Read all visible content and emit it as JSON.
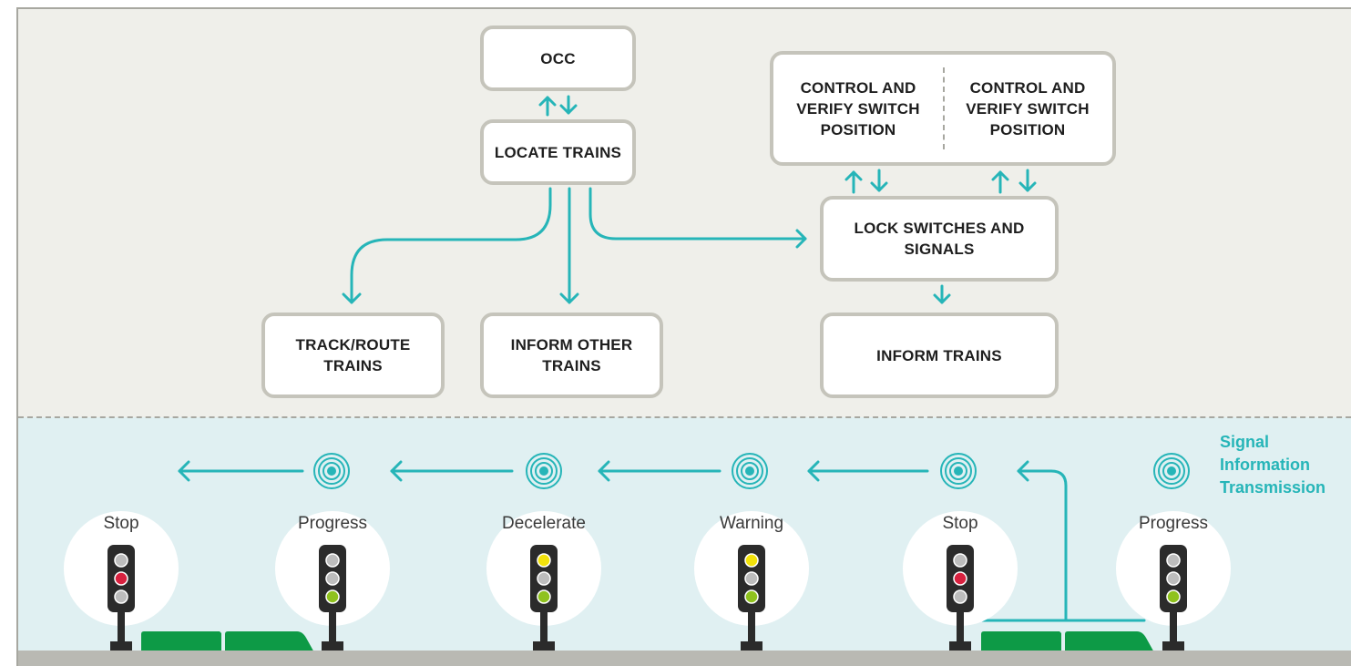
{
  "colors": {
    "accent": "#26b5b8",
    "box_border": "#c5c4bb",
    "top_background": "#efefea",
    "bottom_background": "#e0f0f2",
    "train_green": "#0d9a46",
    "signal_red": "#d8213f",
    "signal_yellow": "#f2e20b",
    "signal_green": "#8fc21e",
    "signal_off": "#bdbdbd"
  },
  "flowchart": {
    "occ": "OCC",
    "locate_trains": "LOCATE TRAINS",
    "control_switch_left": "CONTROL AND\nVERIFY SWITCH\nPOSITION",
    "control_switch_right": "CONTROL AND\nVERIFY SWITCH\nPOSITION",
    "lock_switches": "LOCK SWITCHES AND\nSIGNALS",
    "track_route": "TRACK/ROUTE\nTRAINS",
    "inform_other": "INFORM OTHER\nTRAINS",
    "inform_trains": "INFORM TRAINS"
  },
  "signals": [
    {
      "label": "Stop",
      "aspect": "red"
    },
    {
      "label": "Progress",
      "aspect": "green"
    },
    {
      "label": "Decelerate",
      "aspect": "yellow-green"
    },
    {
      "label": "Warning",
      "aspect": "yellow"
    },
    {
      "label": "Stop",
      "aspect": "red"
    },
    {
      "label": "Progress",
      "aspect": "green"
    }
  ],
  "transmission_label": "Signal\nInformation\nTransmission",
  "icons": {
    "antenna": "radio-waves-icon",
    "arrow": "arrow-left-icon"
  }
}
